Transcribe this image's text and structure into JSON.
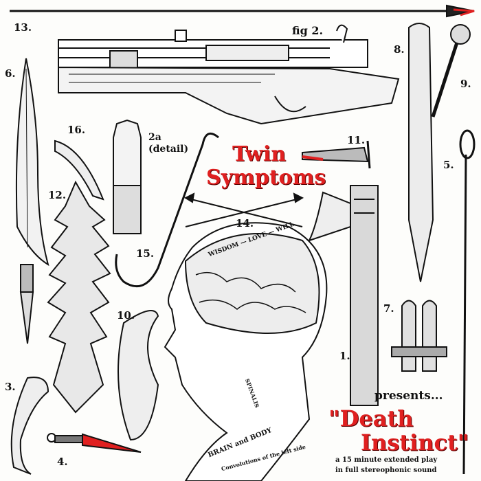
{
  "labels": {
    "l1": "1.",
    "l2": "fig 2.",
    "l2a_1": "2a",
    "l2a_2": "(detail)",
    "l3": "3.",
    "l4": "4.",
    "l5": "5.",
    "l6": "6.",
    "l7": "7.",
    "l8": "8.",
    "l9": "9.",
    "l10": "10.",
    "l11": "11.",
    "l12": "12.",
    "l13": "13.",
    "l14": "14.",
    "l15": "15.",
    "l16": "16."
  },
  "band": {
    "line1": "Twin",
    "line2": "Symptoms"
  },
  "presents": "presents...",
  "title": {
    "line1": "\"Death",
    "line2": "Instinct\""
  },
  "subtitle": {
    "line1": "a 15 minute extended play",
    "line2": "in full stereophonic sound"
  },
  "brain": {
    "top": "WISDOM — LOVE — WILL",
    "bottom1": "BRAIN and BODY",
    "bottom2": "Convolutions of the left side",
    "spine": "SPINALIS"
  },
  "colors": {
    "ink": "#111111",
    "accent": "#e02020",
    "paper": "#fdfdfb"
  }
}
